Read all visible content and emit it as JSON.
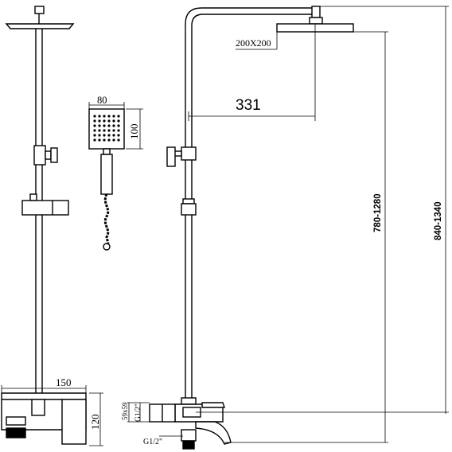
{
  "dimensions": {
    "hand_shower_width": "80",
    "hand_shower_height": "100",
    "head_size": "200X200",
    "arm_reach": "331",
    "mixer_width": "150",
    "mixer_height": "120",
    "valve_size": "59x59",
    "inlet_thread_top": "G1/2\"",
    "inlet_thread_bottom": "G1/2\"",
    "head_height_range": "780-1280",
    "overall_height_range": "840-1340"
  },
  "colors": {
    "line": "#000000",
    "background": "#ffffff"
  }
}
